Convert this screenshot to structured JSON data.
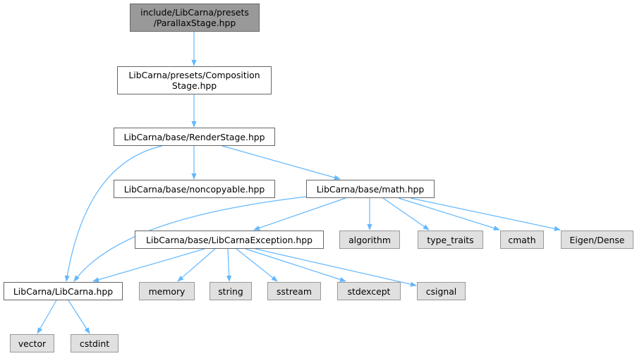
{
  "colors": {
    "edge": "#63b8ff",
    "root_fill": "#999999",
    "system_fill": "#e0e0e0",
    "doc_fill": "#ffffff",
    "border": "#666666"
  },
  "nodes": {
    "parallax": {
      "line1": "include/LibCarna/presets",
      "line2": "/ParallaxStage.hpp"
    },
    "composition": {
      "line1": "LibCarna/presets/Composition",
      "line2": "Stage.hpp"
    },
    "renderstage": {
      "label": "LibCarna/base/RenderStage.hpp"
    },
    "noncopyable": {
      "label": "LibCarna/base/noncopyable.hpp"
    },
    "math": {
      "label": "LibCarna/base/math.hpp"
    },
    "exception": {
      "label": "LibCarna/base/LibCarnaException.hpp"
    },
    "algorithm": {
      "label": "algorithm"
    },
    "type_traits": {
      "label": "type_traits"
    },
    "cmath": {
      "label": "cmath"
    },
    "eigen": {
      "label": "Eigen/Dense"
    },
    "libcarna": {
      "label": "LibCarna/LibCarna.hpp"
    },
    "memory": {
      "label": "memory"
    },
    "string": {
      "label": "string"
    },
    "sstream": {
      "label": "sstream"
    },
    "stdexcept": {
      "label": "stdexcept"
    },
    "csignal": {
      "label": "csignal"
    },
    "vector": {
      "label": "vector"
    },
    "cstdint": {
      "label": "cstdint"
    }
  },
  "edges": [
    [
      "parallax",
      "composition"
    ],
    [
      "composition",
      "renderstage"
    ],
    [
      "renderstage",
      "libcarna"
    ],
    [
      "renderstage",
      "noncopyable"
    ],
    [
      "renderstage",
      "math"
    ],
    [
      "math",
      "libcarna"
    ],
    [
      "math",
      "exception"
    ],
    [
      "math",
      "algorithm"
    ],
    [
      "math",
      "type_traits"
    ],
    [
      "math",
      "cmath"
    ],
    [
      "math",
      "eigen"
    ],
    [
      "exception",
      "libcarna"
    ],
    [
      "exception",
      "memory"
    ],
    [
      "exception",
      "string"
    ],
    [
      "exception",
      "sstream"
    ],
    [
      "exception",
      "stdexcept"
    ],
    [
      "exception",
      "csignal"
    ],
    [
      "libcarna",
      "vector"
    ],
    [
      "libcarna",
      "cstdint"
    ]
  ]
}
